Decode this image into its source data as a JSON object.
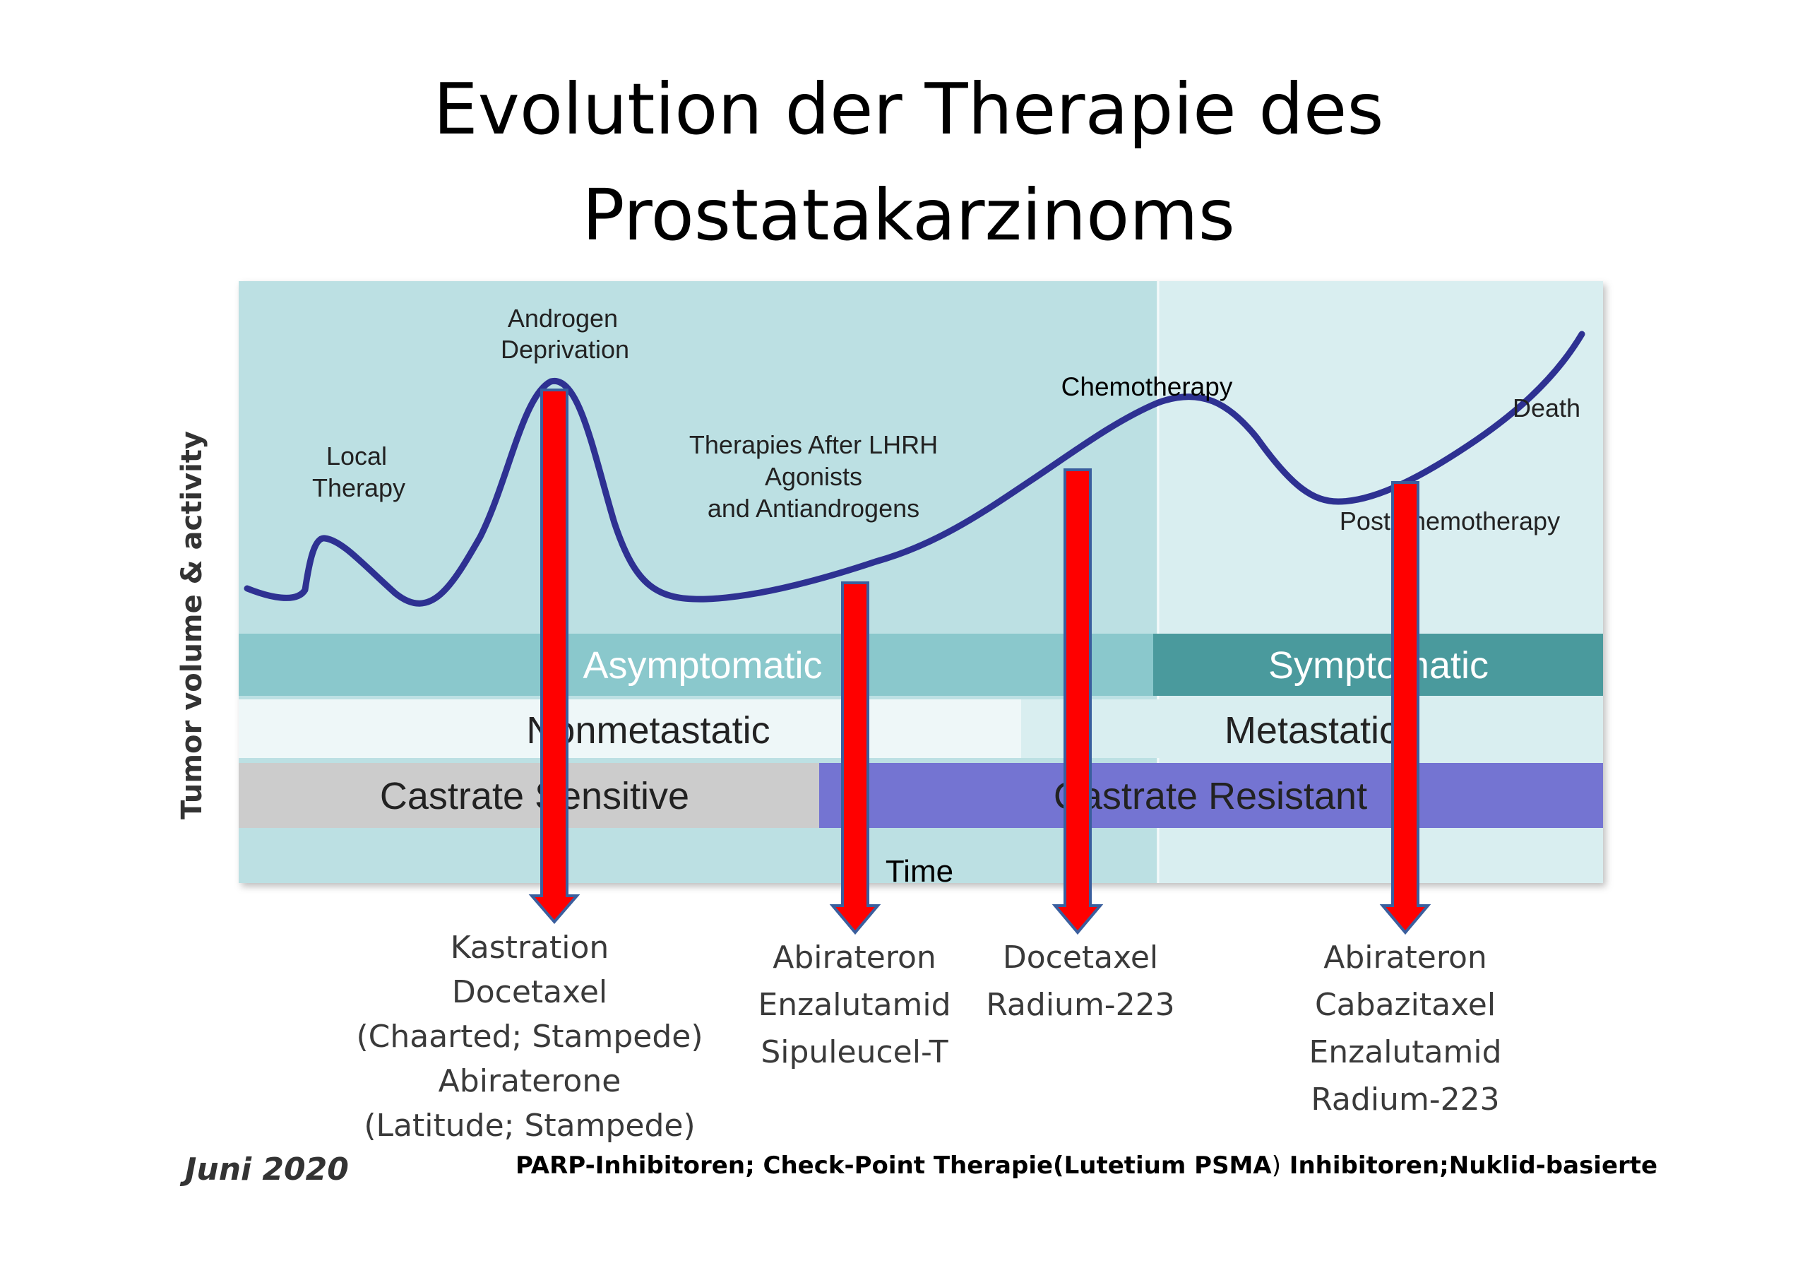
{
  "title": {
    "line1": "Evolution der Therapie des",
    "line2": "Prostatakarzinoms"
  },
  "diagram": {
    "y_axis_label": "Tumor volume & activity",
    "x_axis_label": "Time",
    "phase_labels": {
      "local": [
        "Local",
        "Therapy"
      ],
      "adt": [
        "Androgen",
        "Deprivation"
      ],
      "lhrh": [
        "Therapies After LHRH",
        "Agonists",
        "and Antiandrogens"
      ],
      "chemo": "Chemotherapy",
      "death": "Death",
      "post_chemo": "Post-chemotherapy"
    },
    "bands": {
      "asymptomatic": "Asymptomatic",
      "symptomatic": "Symptomatic",
      "nonmetastatic": "Nonmetastatic",
      "metastatic": "Metastatic",
      "castrate_sensitive": "Castrate Sensitive",
      "castrate_resistant": "Castrate Resistant"
    },
    "colors": {
      "background_left": "#bce0e3",
      "background_right": "#d9eef0",
      "curve": "#2e3192",
      "asymptomatic_band": "#8ac8cc",
      "symptomatic_band": "#4a9a9d",
      "nonmetastatic_band": "#eef7f8",
      "metastatic_band": "#d9eef0",
      "castrate_sensitive_band": "#cccccc",
      "castrate_resistant_band": "#7474d2",
      "arrow_fill": "#ff0000",
      "arrow_outline": "#3a5f9e"
    }
  },
  "treatments": {
    "col1": [
      "Kastration",
      "Docetaxel",
      "(Chaarted; Stampede)",
      "Abiraterone",
      "(Latitude; Stampede)"
    ],
    "col2": [
      "Abirateron",
      "Enzalutamid",
      "Sipuleucel-T"
    ],
    "col3": [
      "Docetaxel",
      "Radium-223"
    ],
    "col4": [
      "Abirateron",
      "Cabazitaxel",
      "Enzalutamid",
      "Radium-223"
    ]
  },
  "footer": {
    "date": "Juni 2020",
    "note_part1": "PARP-Inhibitoren; Check-Point Therapie(Lutetium PSMA",
    "note_paren": ")",
    "note_part2": " Inhibitoren;Nuklid-basierte"
  }
}
